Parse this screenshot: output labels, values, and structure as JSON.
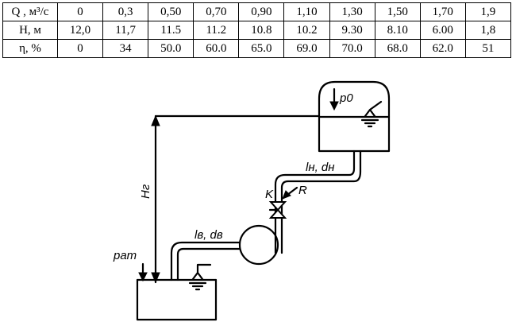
{
  "table": {
    "rows": [
      {
        "label": "Q , м³/с",
        "values": [
          "0",
          "0,3",
          "0,50",
          "0,70",
          "0,90",
          "1,10",
          "1,30",
          "1,50",
          "1,70",
          "1,9"
        ]
      },
      {
        "label": "H, м",
        "values": [
          "12,0",
          "11,7",
          "11.5",
          "11.2",
          "10.8",
          "10.2",
          "9.30",
          "8.10",
          "6.00",
          "1,8"
        ]
      },
      {
        "label": "η, %",
        "values": [
          "0",
          "34",
          "50.0",
          "60.0",
          "65.0",
          "69.0",
          "70.0",
          "68.0",
          "62.0",
          "51"
        ]
      }
    ]
  },
  "diagram": {
    "labels": {
      "p0": "p0",
      "pat": "pат",
      "hg": "Hг",
      "ln_dn": "lн, dн",
      "lv_dv": "lв, dв",
      "k": "K",
      "r": "R"
    }
  }
}
